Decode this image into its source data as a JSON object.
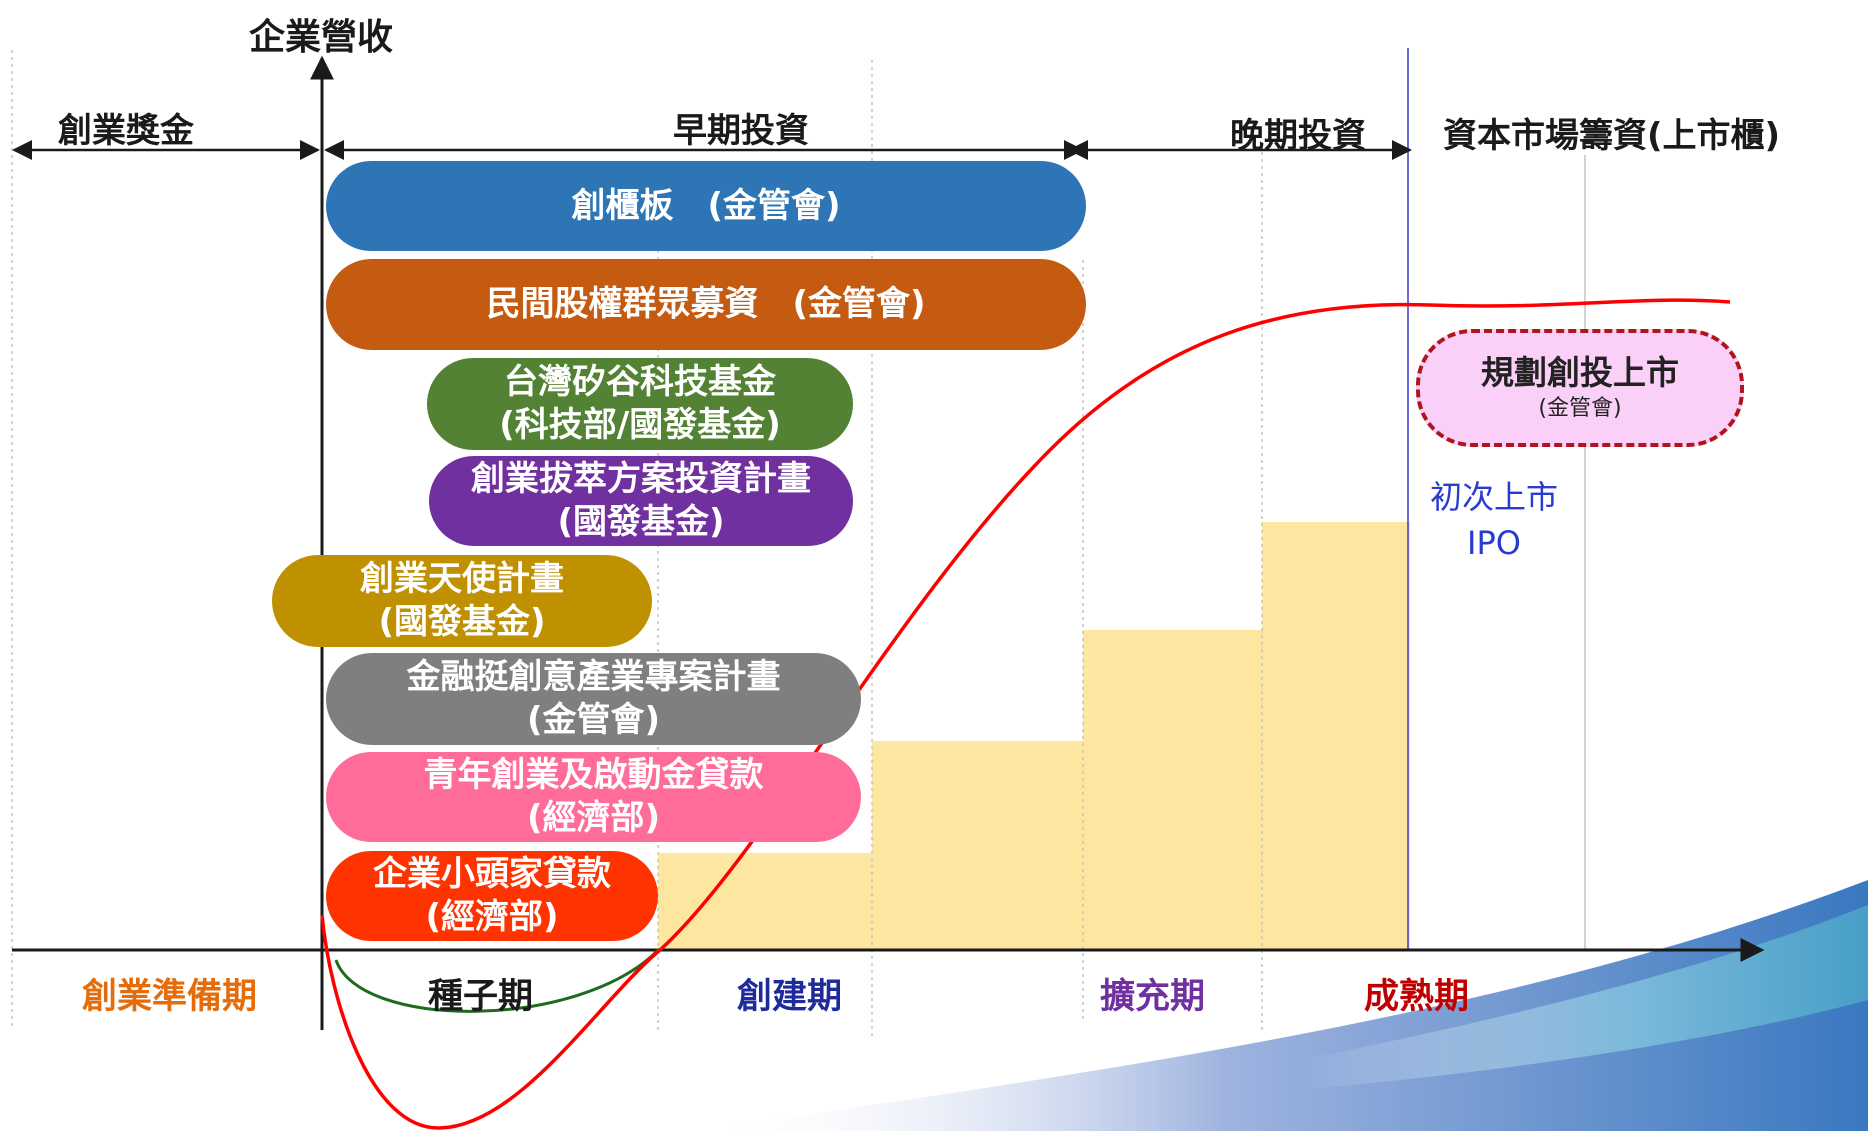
{
  "y_axis_label": "企業營收",
  "phases": {
    "startup_prize": "創業獎金",
    "early_investment": "早期投資",
    "late_investment": "晚期投資",
    "capital_market": "資本市場籌資(上市櫃)"
  },
  "programs": [
    {
      "lines": [
        "創櫃板　(金管會)"
      ],
      "color": "#2e75b6"
    },
    {
      "lines": [
        "民間股權群眾募資　(金管會)"
      ],
      "color": "#c55a11"
    },
    {
      "lines": [
        "台灣矽谷科技基金",
        "(科技部/國發基金)"
      ],
      "color": "#548235"
    },
    {
      "lines": [
        "創業拔萃方案投資計畫",
        "(國發基金)"
      ],
      "color": "#7030a0"
    },
    {
      "lines": [
        "創業天使計畫",
        "(國發基金)"
      ],
      "color": "#bf9000"
    },
    {
      "lines": [
        "金融挺創意產業專案計畫",
        "(金管會)"
      ],
      "color": "#7f7f7f"
    },
    {
      "lines": [
        "青年創業及啟動金貸款",
        "(經濟部)"
      ],
      "color": "#ff6c99"
    },
    {
      "lines": [
        "企業小頭家貸款",
        "(經濟部)"
      ],
      "color": "#ff3300"
    }
  ],
  "ipo_plan": {
    "title": "規劃創投上市",
    "subtitle": "(金管會)"
  },
  "ipo_label": {
    "line1": "初次上市",
    "line2": "IPO"
  },
  "stages": [
    {
      "label": "創業準備期",
      "color": "#e46c0a"
    },
    {
      "label": "種子期",
      "color": "#1a1a1a"
    },
    {
      "label": "創建期",
      "color": "#1f2a9b"
    },
    {
      "label": "擴充期",
      "color": "#7030a0"
    },
    {
      "label": "成熟期",
      "color": "#c00000"
    }
  ],
  "colors": {
    "revenue_curve": "#ff0000",
    "seed_curve": "#1e6b1e",
    "revenue_steps": "#fde6a0",
    "axis": "#1a1a1a",
    "ipo_line": "#3b3bd6"
  }
}
